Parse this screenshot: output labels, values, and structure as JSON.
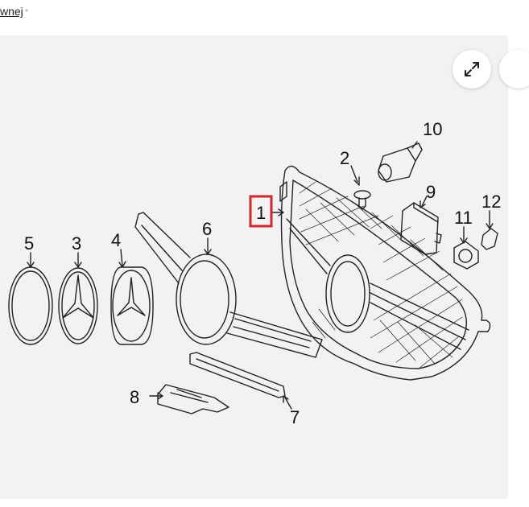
{
  "breadcrumb": {
    "label": "wnej",
    "separator": "•"
  },
  "toolbar": {
    "expand_icon": "expand-arrows-icon"
  },
  "callouts": {
    "c1": "1",
    "c2": "2",
    "c3": "3",
    "c4": "4",
    "c5": "5",
    "c6": "6",
    "c7": "7",
    "c8": "8",
    "c9": "9",
    "c10": "10",
    "c11": "11",
    "c12": "12"
  },
  "colors": {
    "highlight": "#d0282e",
    "panel": "#f2f2f2",
    "line": "#222222"
  }
}
